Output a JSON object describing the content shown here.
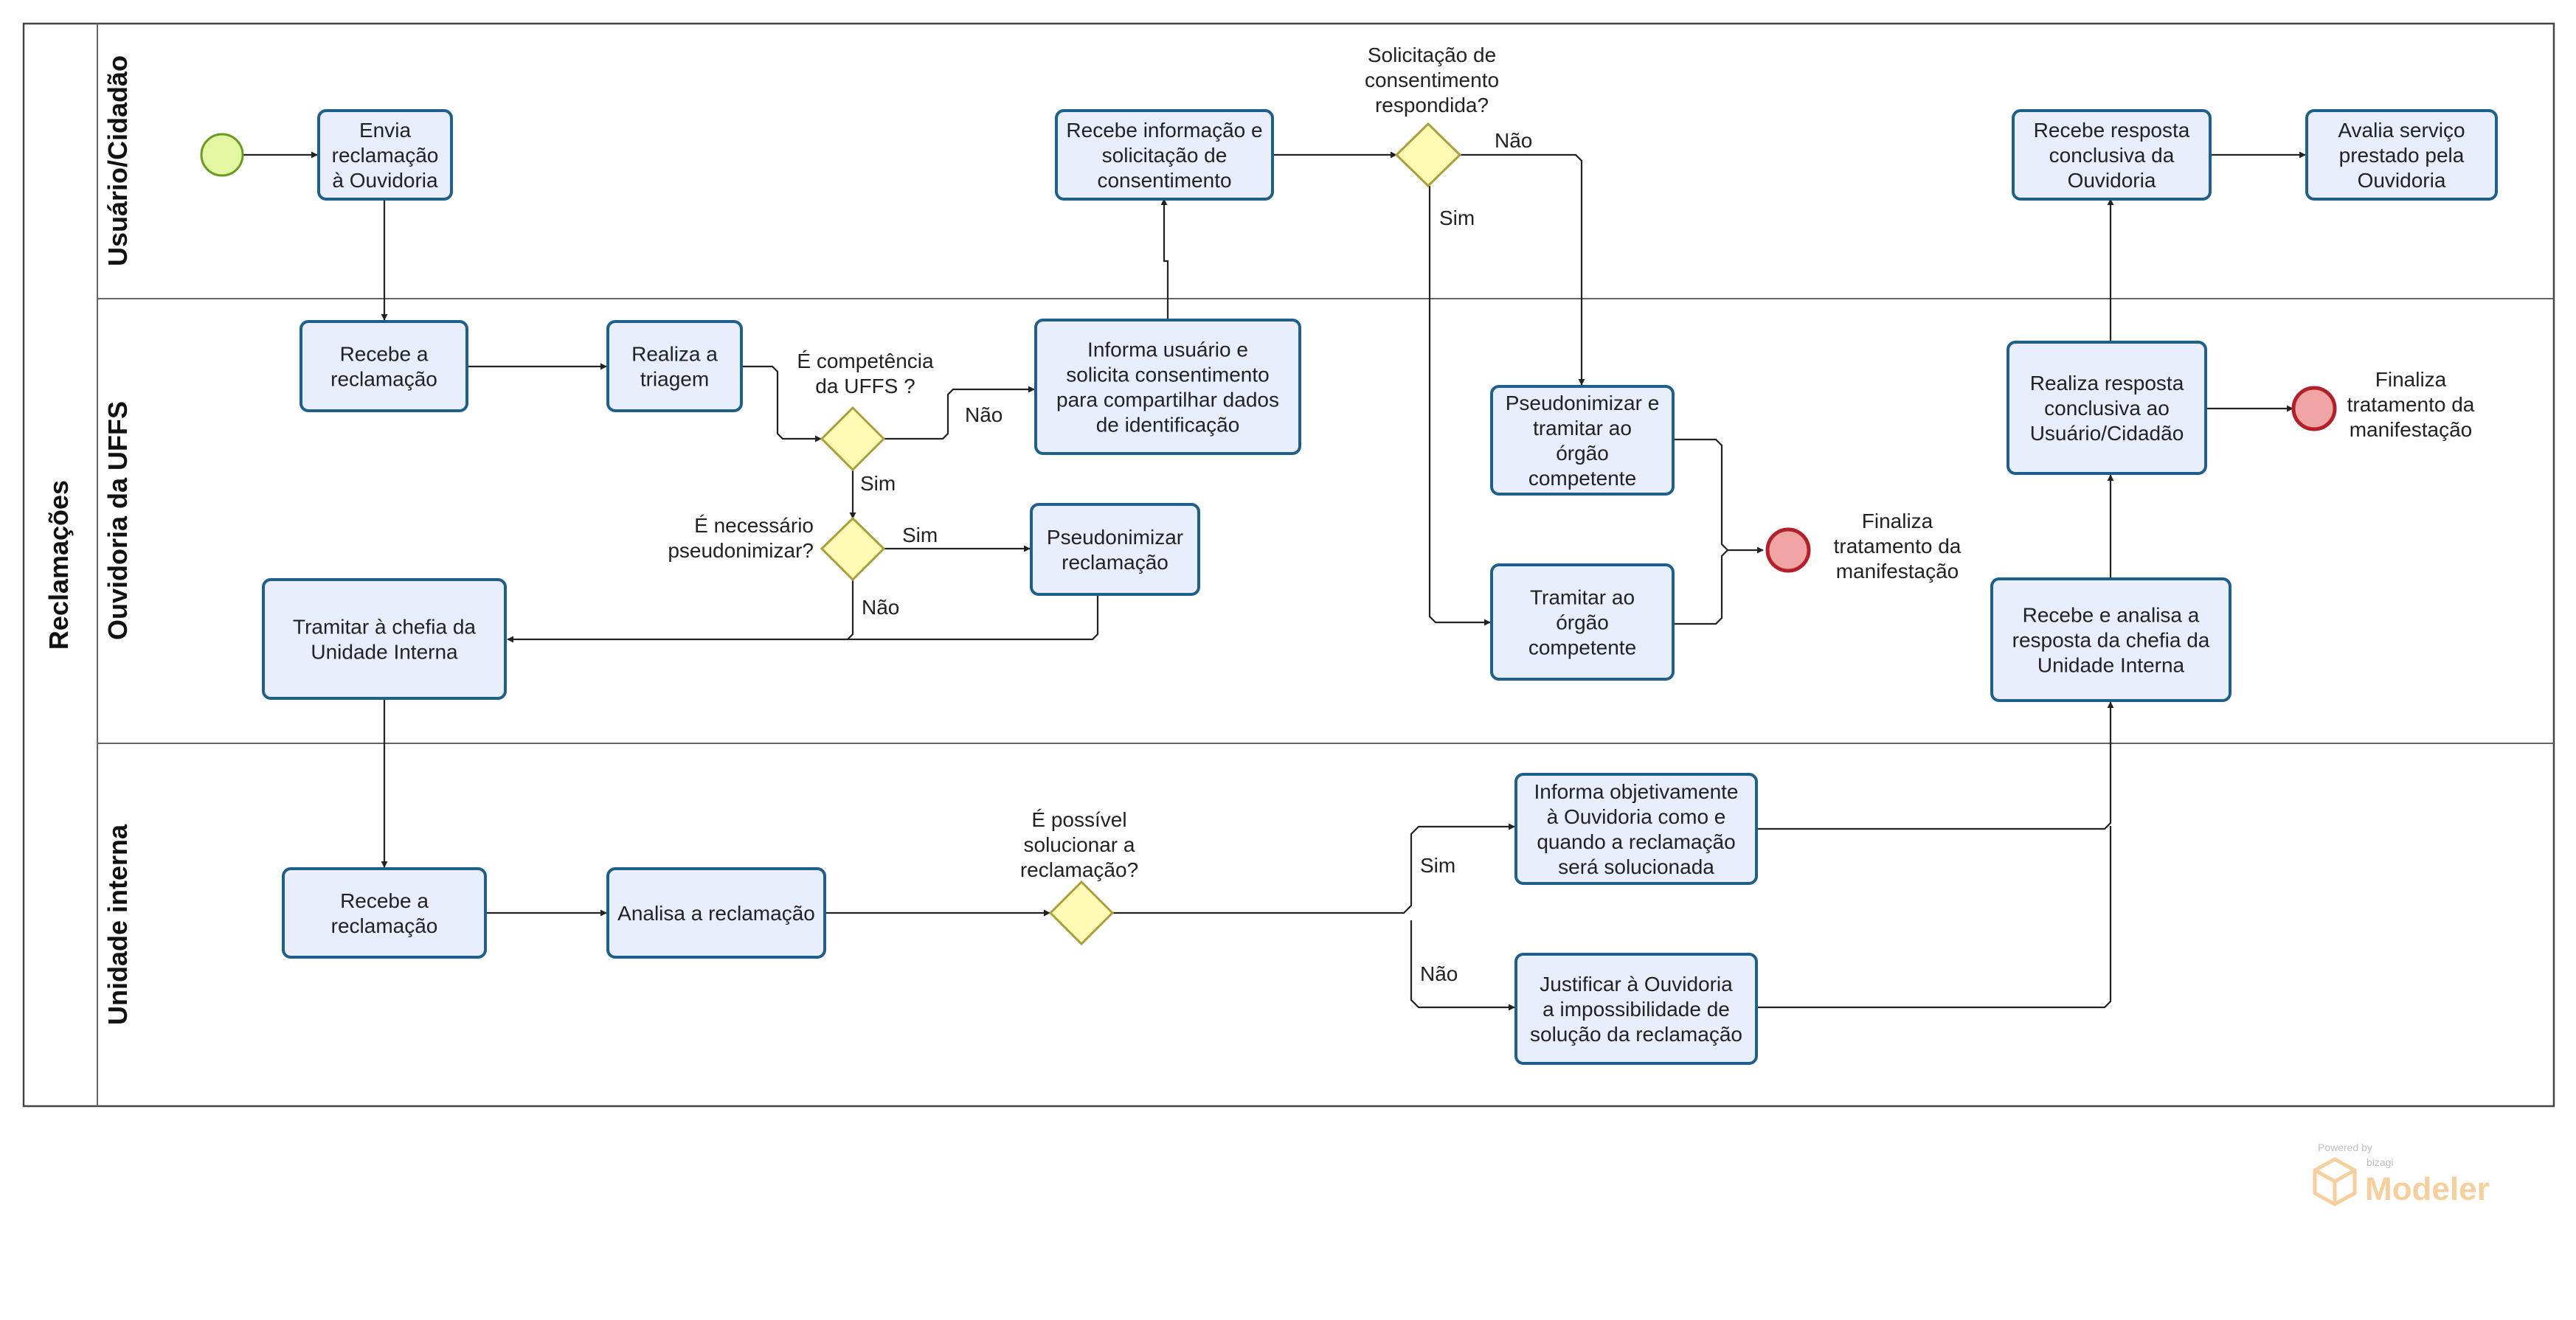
{
  "pool": {
    "title": "Reclamações"
  },
  "lanes": {
    "usuario": "Usuário/Cidadão",
    "ouvidoria": "Ouvidoria da UFFS",
    "unidade": "Unidade interna"
  },
  "tasks": {
    "envia": [
      "Envia",
      "reclamação",
      "à Ouvidoria"
    ],
    "recebe_info": [
      "Recebe informação e",
      "solicitação de",
      "consentimento"
    ],
    "recebe_resposta": [
      "Recebe resposta",
      "conclusiva da",
      "Ouvidoria"
    ],
    "avalia": [
      "Avalia serviço",
      "prestado pela",
      "Ouvidoria"
    ],
    "recebe_ouv": [
      "Recebe a",
      "reclamação"
    ],
    "triagem": [
      "Realiza a",
      "triagem"
    ],
    "informa_usuario": [
      "Informa usuário e",
      "solicita consentimento",
      "para compartilhar dados",
      "de identificação"
    ],
    "pseudo_tramitar": [
      "Pseudonimizar e",
      "tramitar ao",
      "órgão",
      "competente"
    ],
    "tramitar_orgao": [
      "Tramitar ao",
      "órgão",
      "competente"
    ],
    "pseudo_reclamacao": [
      "Pseudonimizar",
      "reclamação"
    ],
    "tramitar_chefia": [
      "Tramitar à chefia da",
      "Unidade Interna"
    ],
    "realiza_resposta": [
      "Realiza resposta",
      "conclusiva ao",
      "Usuário/Cidadão"
    ],
    "recebe_analisa": [
      "Recebe e analisa a",
      "resposta da chefia da",
      "Unidade Interna"
    ],
    "recebe_ui": [
      "Recebe a",
      "reclamação"
    ],
    "analisa": [
      "Analisa a reclamação"
    ],
    "informa_obj": [
      "Informa objetivamente",
      "à Ouvidoria como e",
      "quando a reclamação",
      "será solucionada"
    ],
    "justificar": [
      "Justificar à Ouvidoria",
      "a impossibilidade de",
      "solução da reclamação"
    ]
  },
  "gateways": {
    "consentimento": [
      "Solicitação de",
      "consentimento",
      "respondida?"
    ],
    "competencia": [
      "É competência",
      "da UFFS ?"
    ],
    "pseudonimizar": [
      "É necessário",
      "pseudonimizar?"
    ],
    "solucionar": [
      "É possível",
      "solucionar a",
      "reclamação?"
    ]
  },
  "end_events": {
    "mid": [
      "Finaliza",
      "tratamento da",
      "manifestação"
    ],
    "right": [
      "Finaliza",
      "tratamento da",
      "manifestação"
    ]
  },
  "flow_labels": {
    "sim": "Sim",
    "nao": "Não"
  },
  "branding": {
    "powered": "Powered by",
    "vendor": "bizagi",
    "product": "Modeler"
  },
  "colors": {
    "task_fill": "#e8eefb",
    "task_stroke": "#1f5f8b",
    "gateway_fill": "#fffbb4",
    "start_fill": "#e3f6a1",
    "end_fill": "#f1a4a4",
    "end_stroke": "#b3202a"
  }
}
